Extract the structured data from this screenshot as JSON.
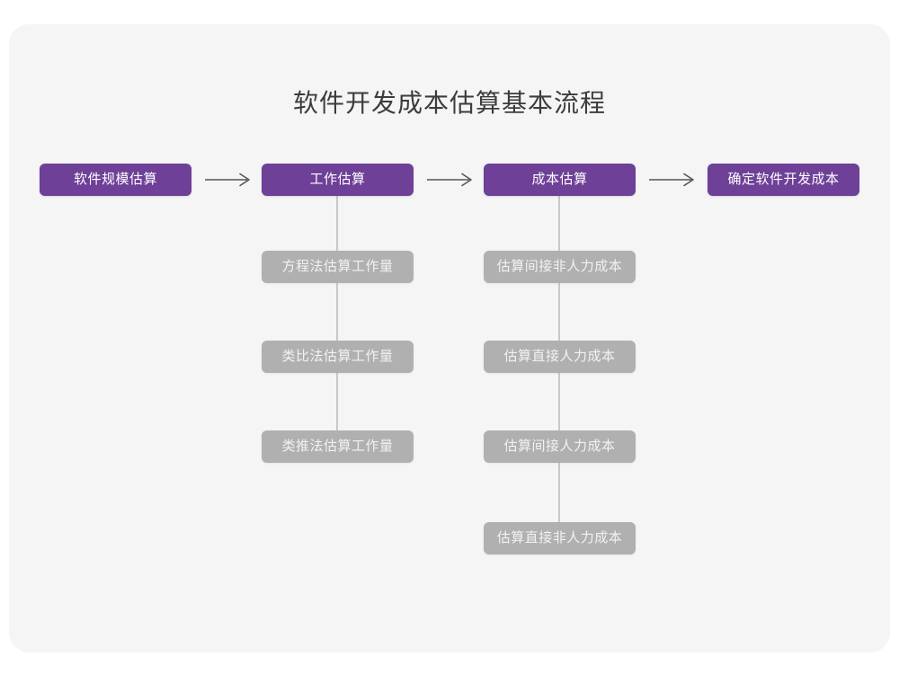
{
  "title": "软件开发成本估算基本流程",
  "colors": {
    "page_background": "#ffffff",
    "card_background": "#f5f5f5",
    "primary_node": "#6e4098",
    "primary_node_text": "#ffffff",
    "secondary_node": "#b0b0b0",
    "secondary_node_text": "#f2f2f2",
    "connector_line": "#c9c9c9",
    "arrow": "#555555",
    "title_text": "#3c3c3c"
  },
  "flow": {
    "main_steps": [
      {
        "id": "step-1",
        "label": "软件规模估算"
      },
      {
        "id": "step-2",
        "label": "工作估算"
      },
      {
        "id": "step-3",
        "label": "成本估算"
      },
      {
        "id": "step-4",
        "label": "确定软件开发成本"
      }
    ],
    "arrows": [
      {
        "id": "arrow-1",
        "name": "arrow-step1-to-step2",
        "glyph": "arrow-right-icon"
      },
      {
        "id": "arrow-2",
        "name": "arrow-step2-to-step3",
        "glyph": "arrow-right-icon"
      },
      {
        "id": "arrow-3",
        "name": "arrow-step3-to-step4",
        "glyph": "arrow-right-icon"
      }
    ],
    "branches": [
      {
        "parent": "step-2",
        "parent_label": "工作估算",
        "items": [
          {
            "label": "方程法估算工作量"
          },
          {
            "label": "类比法估算工作量"
          },
          {
            "label": "类推法估算工作量"
          }
        ]
      },
      {
        "parent": "step-3",
        "parent_label": "成本估算",
        "items": [
          {
            "label": "估算间接非人力成本"
          },
          {
            "label": "估算直接人力成本"
          },
          {
            "label": "估算间接人力成本"
          },
          {
            "label": "估算直接非人力成本"
          }
        ]
      }
    ]
  }
}
